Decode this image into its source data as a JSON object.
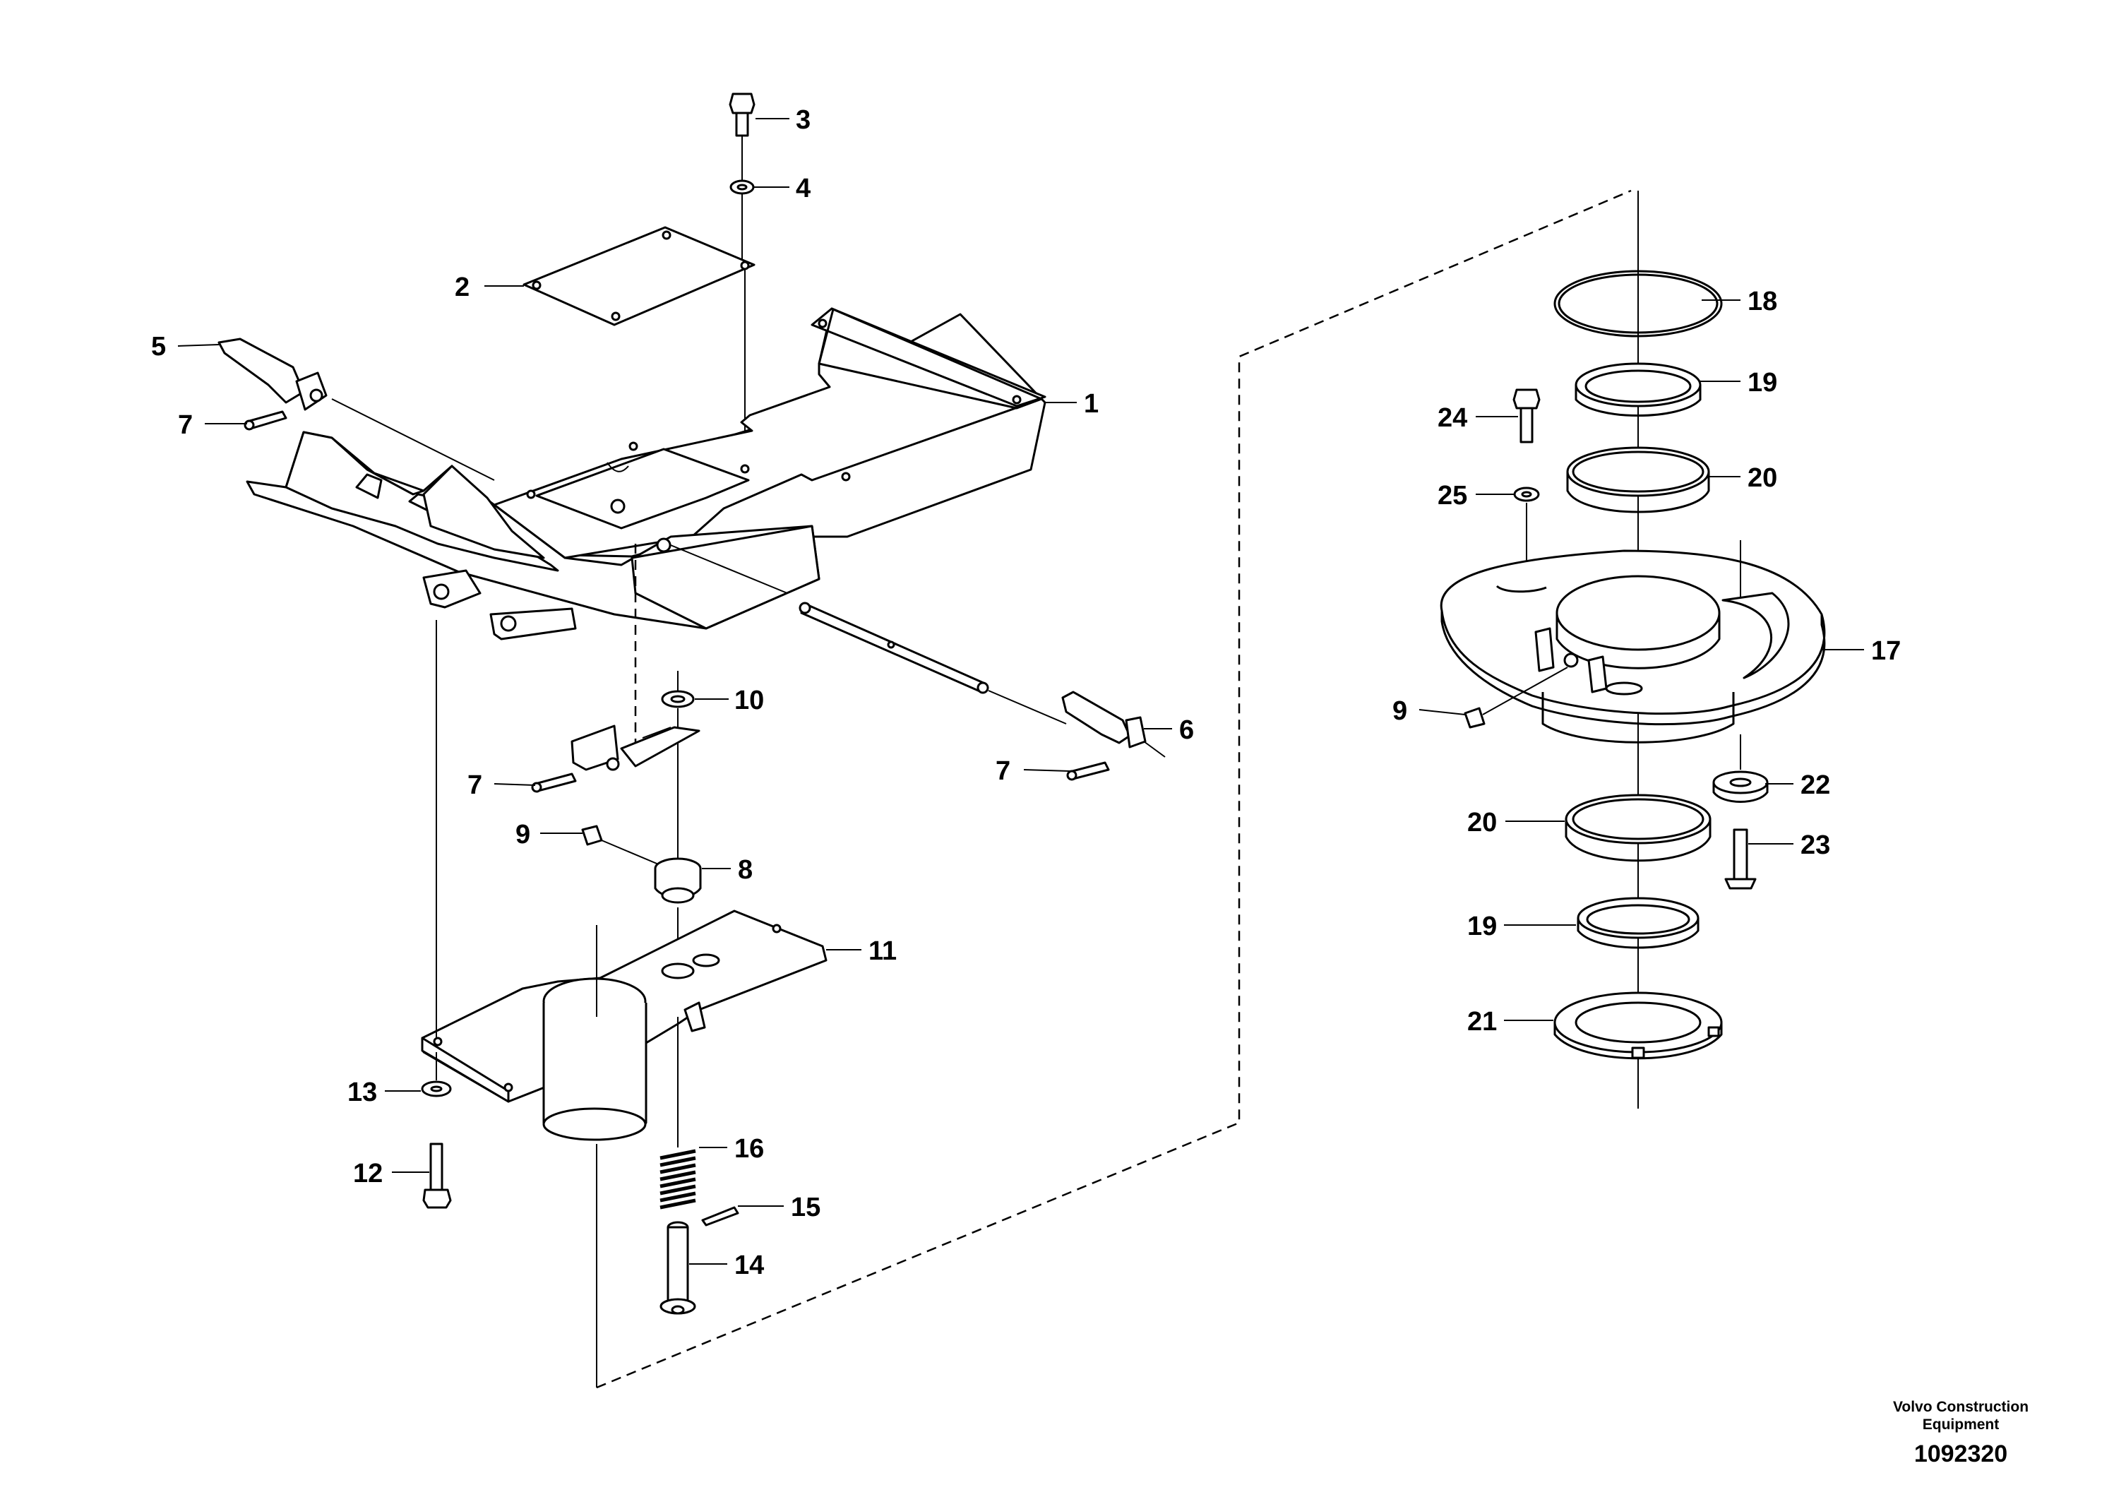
{
  "callouts": {
    "c1": "1",
    "c2": "2",
    "c3": "3",
    "c4": "4",
    "c5": "5",
    "c6": "6",
    "c7a": "7",
    "c7b": "7",
    "c7c": "7",
    "c8": "8",
    "c9a": "9",
    "c9b": "9",
    "c10": "10",
    "c11": "11",
    "c12": "12",
    "c13": "13",
    "c14": "14",
    "c15": "15",
    "c16": "16",
    "c17": "17",
    "c18": "18",
    "c19a": "19",
    "c19b": "19",
    "c20a": "20",
    "c20b": "20",
    "c21": "21",
    "c22": "22",
    "c23": "23",
    "c24": "24",
    "c25": "25"
  },
  "footer": {
    "company_line1": "Volvo Construction",
    "company_line2": "Equipment",
    "document_number": "1092320"
  }
}
